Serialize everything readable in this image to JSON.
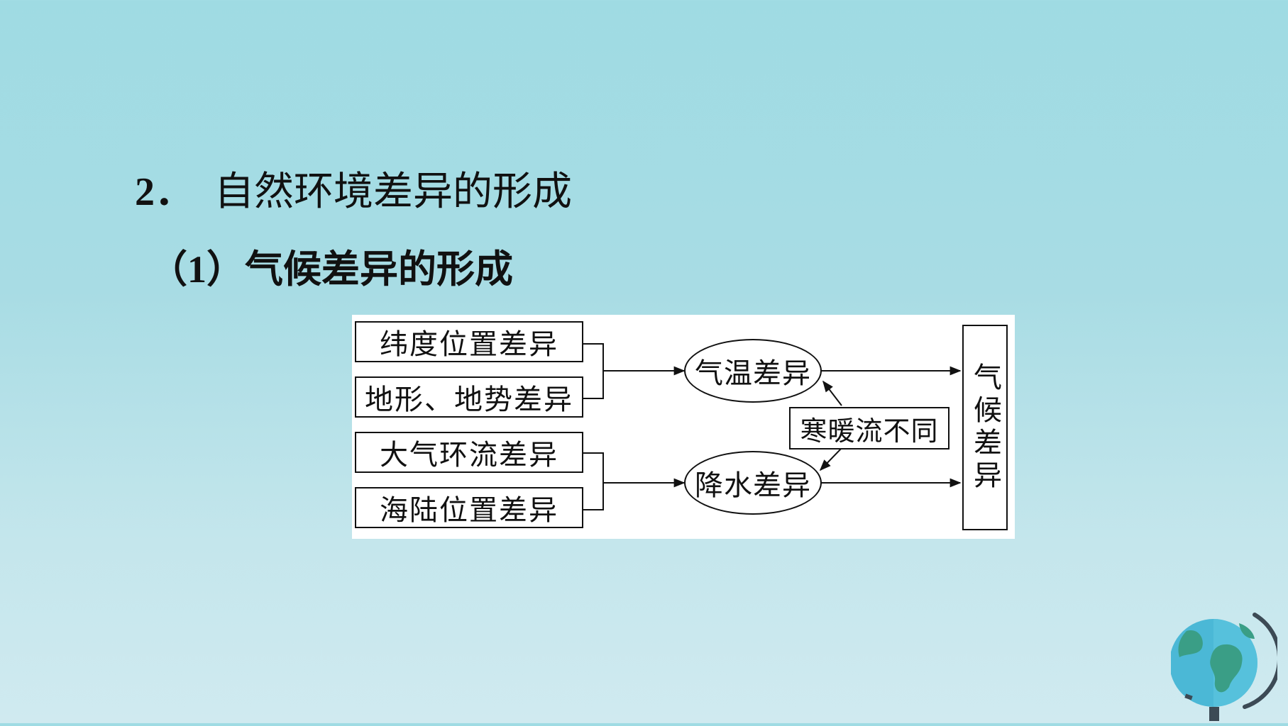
{
  "slide": {
    "heading_number": "2．",
    "heading_text": "自然环境差异的形成",
    "subheading_paren": "（1）",
    "subheading_text": "气候差异的形成"
  },
  "diagram": {
    "factors": [
      "纬度位置差异",
      "地形、地势差异",
      "大气环流差异",
      "海陆位置差异"
    ],
    "temperature_node": "气温差异",
    "precipitation_node": "降水差异",
    "current_node": "寒暖流不同",
    "result_node": "气候差异"
  },
  "colors": {
    "background_top": "#9fdbe3",
    "background_bottom": "#d0eaf0",
    "globe_water": "#4bb8d6",
    "globe_land": "#3a9e86",
    "globe_stand": "#3c4a55"
  },
  "icons": [
    "globe-icon"
  ]
}
